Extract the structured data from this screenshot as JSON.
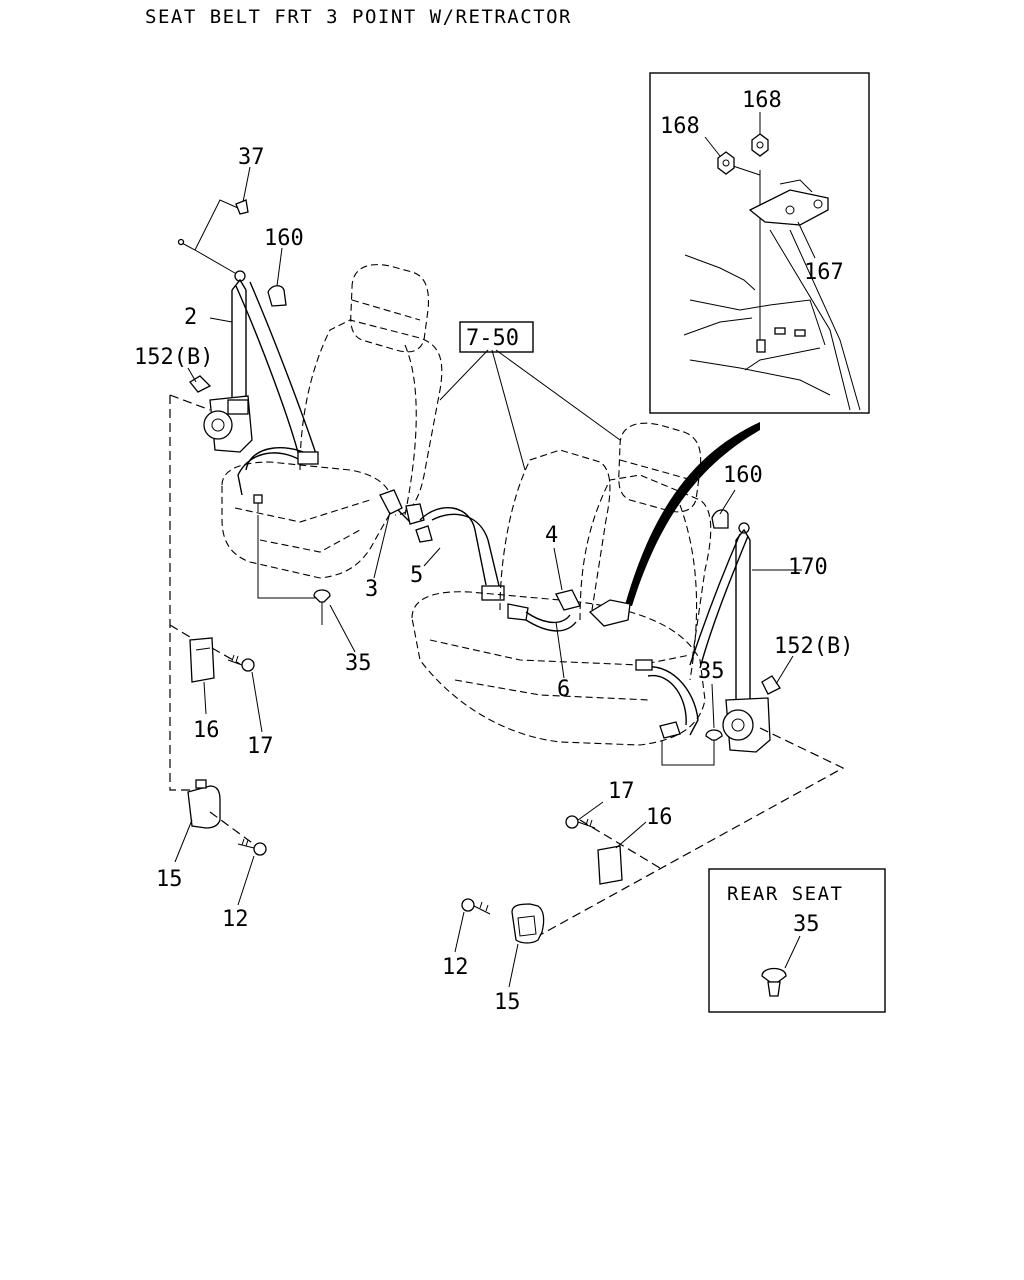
{
  "title": "SEAT BELT FRT 3 POINT W/RETRACTOR",
  "callouts": {
    "p37": "37",
    "p160_left": "160",
    "p2": "2",
    "p152b_left": "152(B)",
    "p7_50": "7-50",
    "p3": "3",
    "p5": "5",
    "p4": "4",
    "p6": "6",
    "p35_left": "35",
    "p35_right": "35",
    "p16_left": "16",
    "p17_left": "17",
    "p15_left": "15",
    "p12_left": "12",
    "p160_right": "160",
    "p170": "170",
    "p152b_right": "152(B)",
    "p17_right": "17",
    "p16_right": "16",
    "p12_right": "12",
    "p15_right": "15",
    "p168_top": "168",
    "p168_left": "168",
    "p167": "167"
  },
  "rear_seat_inset": {
    "heading": "REAR SEAT",
    "part": "35"
  }
}
